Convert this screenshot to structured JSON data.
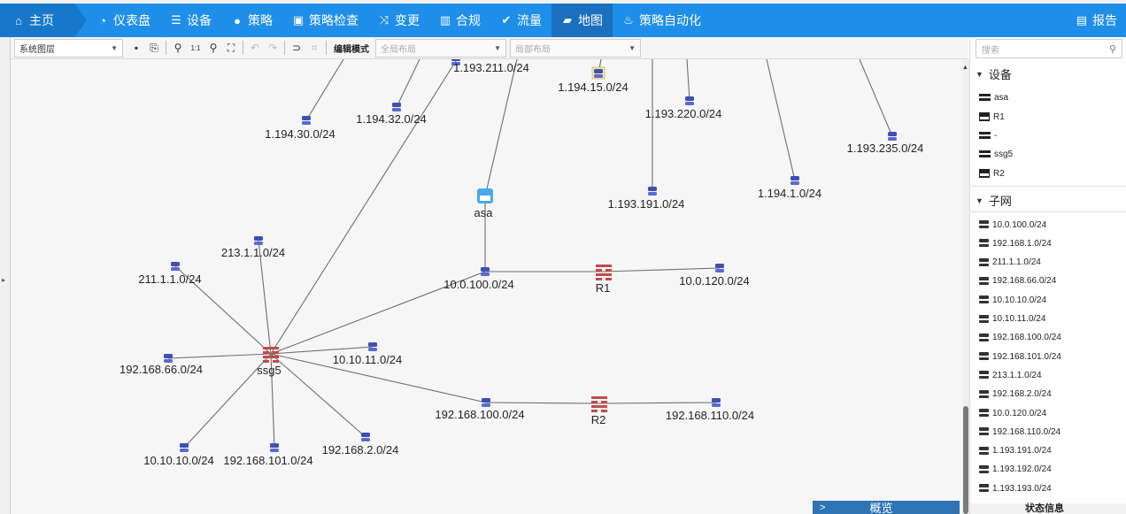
{
  "nav": {
    "home": "主页",
    "items": [
      {
        "label": "仪表盘",
        "icon": "gauge-icon"
      },
      {
        "label": "设备",
        "icon": "list-icon"
      },
      {
        "label": "策略",
        "icon": "bulb-icon"
      },
      {
        "label": "策略检查",
        "icon": "check-doc-icon"
      },
      {
        "label": "变更",
        "icon": "shuffle-icon"
      },
      {
        "label": "合规",
        "icon": "bar-chart-icon"
      },
      {
        "label": "流量",
        "icon": "check-circle-icon"
      },
      {
        "label": "地图",
        "icon": "map-icon"
      },
      {
        "label": "策略自动化",
        "icon": "flame-icon"
      }
    ],
    "active": "地图",
    "report": "报告"
  },
  "toolbar": {
    "layer_select": "系统图层",
    "edit_mode": "编辑模式",
    "global_layout": "全局布局",
    "local_layout": "局部布局",
    "zoom_label": "1:1"
  },
  "search": {
    "placeholder": "搜索"
  },
  "devices": {
    "title": "设备",
    "items": [
      {
        "name": "asa",
        "type": "firewall"
      },
      {
        "name": "R1",
        "type": "router"
      },
      {
        "name": "-",
        "type": "firewall"
      },
      {
        "name": "ssg5",
        "type": "firewall"
      },
      {
        "name": "R2",
        "type": "router"
      }
    ]
  },
  "subnets": {
    "title": "子网",
    "items": [
      "10.0.100.0/24",
      "192.168.1.0/24",
      "211.1.1.0/24",
      "192.168.66.0/24",
      "10.10.10.0/24",
      "10.10.11.0/24",
      "192.168.100.0/24",
      "192.168.101.0/24",
      "213.1.1.0/24",
      "192.168.2.0/24",
      "10.0.120.0/24",
      "192.168.110.0/24",
      "1.193.191.0/24",
      "1.193.192.0/24",
      "1.193.193.0/24"
    ]
  },
  "status_panel": "状态信息",
  "overview_panel": "概览",
  "map": {
    "nodes": [
      {
        "id": "n1",
        "label": "1.193.211.0/24",
        "type": "subnet"
      },
      {
        "id": "n2",
        "label": "1.194.15.0/24",
        "type": "subnet-highlight"
      },
      {
        "id": "n3",
        "label": "1.194.30.0/24",
        "type": "subnet"
      },
      {
        "id": "n4",
        "label": "1.194.32.0/24",
        "type": "subnet"
      },
      {
        "id": "n5",
        "label": "1.193.220.0/24",
        "type": "subnet"
      },
      {
        "id": "n6",
        "label": "1.193.235.0/24",
        "type": "subnet"
      },
      {
        "id": "n7",
        "label": "1.193.191.0/24",
        "type": "subnet"
      },
      {
        "id": "n8",
        "label": "1.194.1.0/24",
        "type": "subnet"
      },
      {
        "id": "asa",
        "label": "asa",
        "type": "asa"
      },
      {
        "id": "n10",
        "label": "213.1.1.0/24",
        "type": "subnet"
      },
      {
        "id": "n11",
        "label": "211.1.1.0/24",
        "type": "subnet"
      },
      {
        "id": "n12",
        "label": "10.0.100.0/24",
        "type": "subnet"
      },
      {
        "id": "R1",
        "label": "R1",
        "type": "router"
      },
      {
        "id": "n14",
        "label": "10.0.120.0/24",
        "type": "subnet"
      },
      {
        "id": "n15",
        "label": "192.168.66.0/24",
        "type": "subnet"
      },
      {
        "id": "ssg5",
        "label": "ssg5",
        "type": "router"
      },
      {
        "id": "n17",
        "label": "10.10.11.0/24",
        "type": "subnet"
      },
      {
        "id": "n18",
        "label": "192.168.100.0/24",
        "type": "subnet"
      },
      {
        "id": "R2",
        "label": "R2",
        "type": "router"
      },
      {
        "id": "n20",
        "label": "192.168.110.0/24",
        "type": "subnet"
      },
      {
        "id": "n21",
        "label": "10.10.10.0/24",
        "type": "subnet"
      },
      {
        "id": "n22",
        "label": "192.168.101.0/24",
        "type": "subnet"
      },
      {
        "id": "n23",
        "label": "192.168.2.0/24",
        "type": "subnet"
      }
    ]
  }
}
